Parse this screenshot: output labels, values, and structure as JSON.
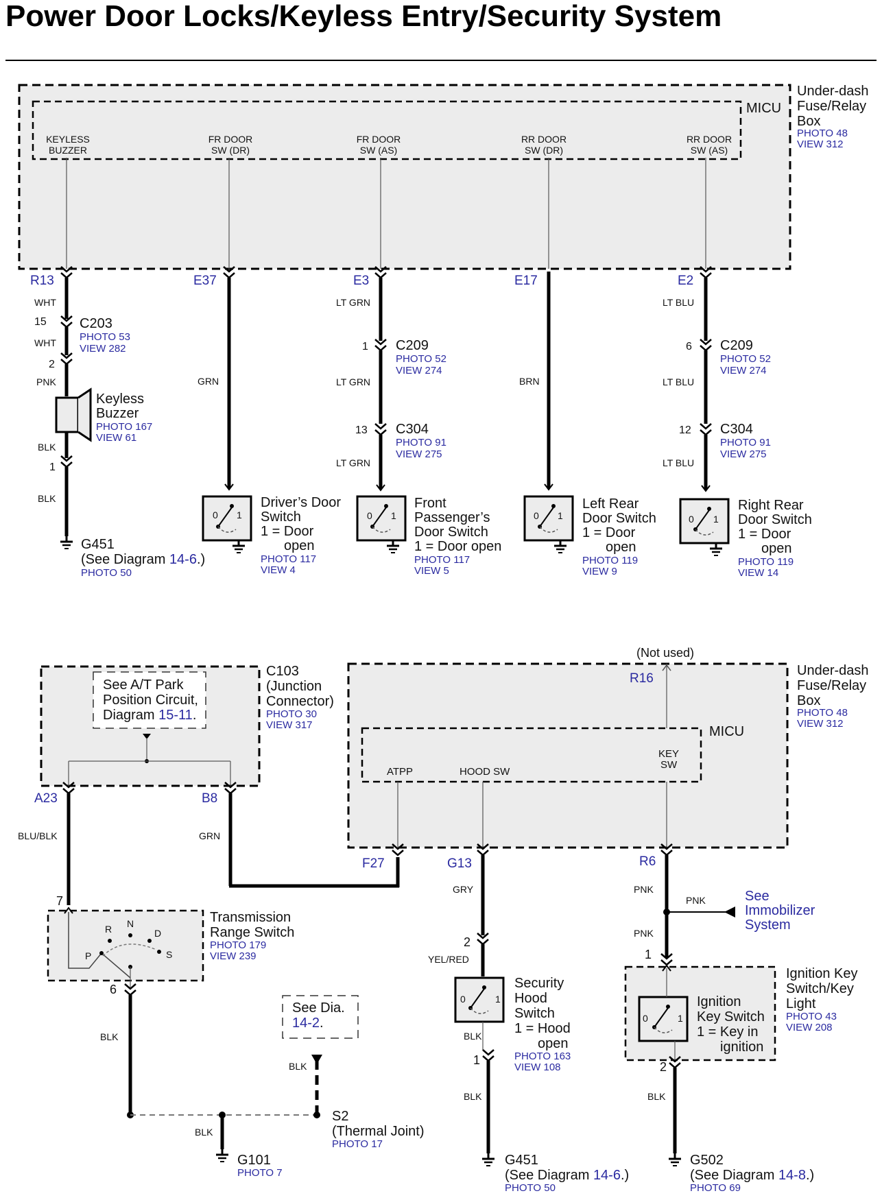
{
  "title": "Power Door Locks/Keyless Entry/Security System",
  "top": {
    "box_label": [
      "Under-dash",
      "Fuse/Relay",
      "Box"
    ],
    "box_photo": "PHOTO 48",
    "box_view": "VIEW 312",
    "micu": "MICU",
    "terminals": [
      {
        "l1": "KEYLESS",
        "l2": "BUZZER",
        "pin": "R13"
      },
      {
        "l1": "FR DOOR",
        "l2": "SW (DR)",
        "pin": "E37"
      },
      {
        "l1": "FR DOOR",
        "l2": "SW (AS)",
        "pin": "E3"
      },
      {
        "l1": "RR DOOR",
        "l2": "SW (DR)",
        "pin": "E17"
      },
      {
        "l1": "RR DOOR",
        "l2": "SW (AS)",
        "pin": "E2"
      }
    ],
    "wires": {
      "wht1": "WHT",
      "wht2": "WHT",
      "pnk": "PNK",
      "blk1": "BLK",
      "blk2": "BLK",
      "grn": "GRN",
      "ltgrn1": "LT GRN",
      "ltgrn2": "LT GRN",
      "ltgrn3": "LT GRN",
      "brn": "BRN",
      "ltblu1": "LT BLU",
      "ltblu2": "LT BLU",
      "ltblu3": "LT BLU"
    },
    "c203": {
      "pin_a": "15",
      "pin_b": "2",
      "name": "C203",
      "photo": "PHOTO 53",
      "view": "VIEW 282"
    },
    "buzzer": {
      "name": [
        "Keyless",
        "Buzzer"
      ],
      "photo": "PHOTO 167",
      "view": "VIEW 61",
      "pin": "1"
    },
    "g451": {
      "name": "G451",
      "see_a": "(See Diagram ",
      "see_link": "14-6",
      "see_b": ".)",
      "photo": "PHOTO 50"
    },
    "c209_left": {
      "pin": "1",
      "name": "C209",
      "photo": "PHOTO 52",
      "view": "VIEW 274"
    },
    "c304_left": {
      "pin": "13",
      "name": "C304",
      "photo": "PHOTO 91",
      "view": "VIEW 275"
    },
    "c209_right": {
      "pin": "6",
      "name": "C209",
      "photo": "PHOTO 52",
      "view": "VIEW 274"
    },
    "c304_right": {
      "pin": "12",
      "name": "C304",
      "photo": "PHOTO 91",
      "view": "VIEW 275"
    },
    "switches": [
      {
        "lines": [
          "Driver’s Door",
          "Switch",
          "1 = Door",
          "open"
        ],
        "photo": "PHOTO 117",
        "view": "VIEW 4"
      },
      {
        "lines": [
          "Front",
          "Passenger’s",
          "Door Switch",
          "1 = Door open"
        ],
        "photo": "PHOTO 117",
        "view": "VIEW 5"
      },
      {
        "lines": [
          "Left Rear",
          "Door Switch",
          "1 = Door",
          "open"
        ],
        "photo": "PHOTO 119",
        "view": "VIEW 9"
      },
      {
        "lines": [
          "Right Rear",
          "Door Switch",
          "1 = Door",
          "open"
        ],
        "photo": "PHOTO 119",
        "view": "VIEW 14"
      }
    ],
    "switch_pos": [
      "0",
      "1"
    ]
  },
  "bottom": {
    "c103": {
      "lines": [
        "C103",
        "(Junction",
        "Connector)"
      ],
      "photo": "PHOTO 30",
      "view": "VIEW 317"
    },
    "atpark": {
      "l1": "See A/T Park",
      "l2": "Position Circuit,",
      "l3a": "Diagram ",
      "l3link": "15-11",
      "l3b": "."
    },
    "pins": {
      "a23": "A23",
      "b8": "B8",
      "f27": "F27",
      "g13": "G13",
      "r6": "R6",
      "r16": "R16"
    },
    "not_used": "(Not used)",
    "box_label": [
      "Under-dash",
      "Fuse/Relay",
      "Box"
    ],
    "box_photo": "PHOTO 48",
    "box_view": "VIEW 312",
    "micu": "MICU",
    "micu_terms": {
      "atpp": "ATPP",
      "hood": "HOOD SW",
      "key1": "KEY",
      "key2": "SW"
    },
    "wires": {
      "blublk": "BLU/BLK",
      "grn": "GRN",
      "blk1": "BLK",
      "blk2": "BLK",
      "blk3": "BLK",
      "blk4": "BLK",
      "blk5": "BLK",
      "gry": "GRY",
      "yelred": "YEL/RED",
      "pnk1": "PNK",
      "pnk2": "PNK",
      "pnk3": "PNK"
    },
    "trs": {
      "name": [
        "Transmission",
        "Range Switch"
      ],
      "photo": "PHOTO 179",
      "view": "VIEW 239",
      "pin_in": "7",
      "pin_out": "6",
      "positions": [
        "P",
        "R",
        "N",
        "D",
        "S"
      ]
    },
    "seedia": {
      "l1": "See Dia.",
      "link": "14-2",
      "dot": "."
    },
    "s2": {
      "name": "S2",
      "desc": "(Thermal Joint)",
      "photo": "PHOTO 17"
    },
    "g101": {
      "name": "G101",
      "photo": "PHOTO 7"
    },
    "hood": {
      "lines": [
        "Security",
        "Hood",
        "Switch",
        "1 = Hood",
        "open"
      ],
      "photo": "PHOTO 163",
      "view": "VIEW 108",
      "pin_in": "2",
      "pin_out": "1"
    },
    "g451": {
      "name": "G451",
      "see_a": "(See Diagram ",
      "see_link": "14-6",
      "see_b": ".)",
      "photo": "PHOTO 50"
    },
    "immob": [
      "See",
      "Immobilizer",
      "System"
    ],
    "ign": {
      "outer": [
        "Ignition Key",
        "Switch/Key",
        "Light"
      ],
      "photo": "PHOTO 43",
      "view": "VIEW 208",
      "inner": [
        "Ignition",
        "Key Switch",
        "1 = Key in",
        "ignition"
      ],
      "pin_in": "1",
      "pin_out": "2"
    },
    "g502": {
      "name": "G502",
      "see_a": "(See Diagram ",
      "see_link": "14-8",
      "see_b": ".)",
      "photo": "PHOTO 69"
    }
  }
}
